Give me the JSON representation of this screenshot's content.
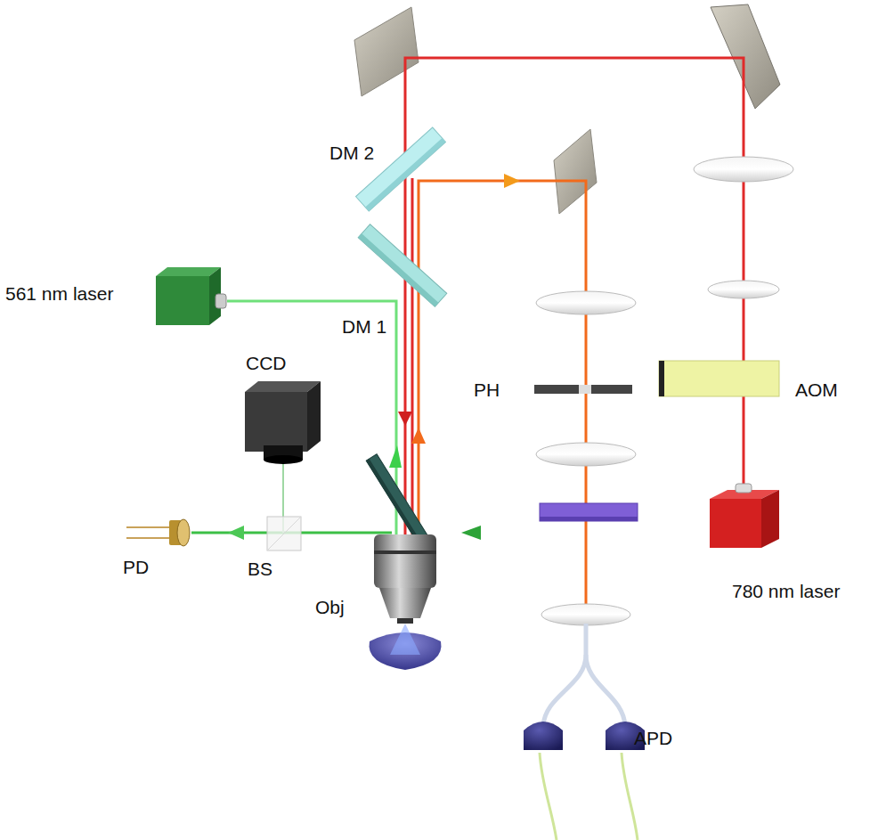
{
  "diagram": {
    "labels": [
      "DM 2",
      "561 nm laser",
      "DM 1",
      "CCD",
      "PH",
      "AOM",
      "PD",
      "BS",
      "Obj",
      "APD",
      "780 nm laser"
    ]
  }
}
